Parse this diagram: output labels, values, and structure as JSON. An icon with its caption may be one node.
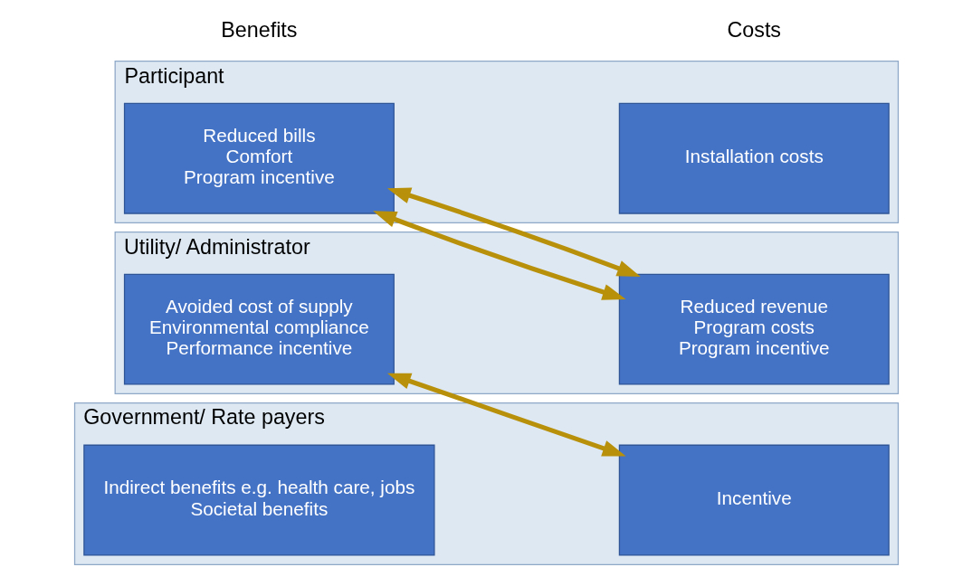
{
  "diagram": {
    "nodes": [
      {
        "text": [
          "Participant"
        ]
      },
      {
        "text": [
          "Reduced bills",
          "Comfort",
          "Program incentive"
        ],
        "in": 0
      },
      {
        "text": [
          "Installation costs"
        ],
        "in": 0
      },
      {
        "text": [
          "Utility/ Administrator"
        ]
      },
      {
        "text": [
          "Avoided cost of supply",
          "Environmental compliance",
          "Performance incentive"
        ],
        "in": 3
      },
      {
        "text": [
          "Reduced revenue",
          "Program costs",
          "Program incentive"
        ],
        "in": 3
      },
      {
        "text": [
          "Government/ Rate payers"
        ]
      },
      {
        "text": [
          "Indirect benefits e.g. health care, jobs",
          "Societal benefits"
        ],
        "in": 6
      },
      {
        "text": [
          "Incentive"
        ],
        "in": 6
      }
    ],
    "edges": [
      {
        "from": 1,
        "to": 5,
        "arrow": "both"
      },
      {
        "from": 1,
        "to": 5,
        "arrow": "both"
      },
      {
        "from": 4,
        "to": 8,
        "arrow": "both"
      }
    ],
    "labels": [
      "Benefits",
      "Costs"
    ]
  }
}
